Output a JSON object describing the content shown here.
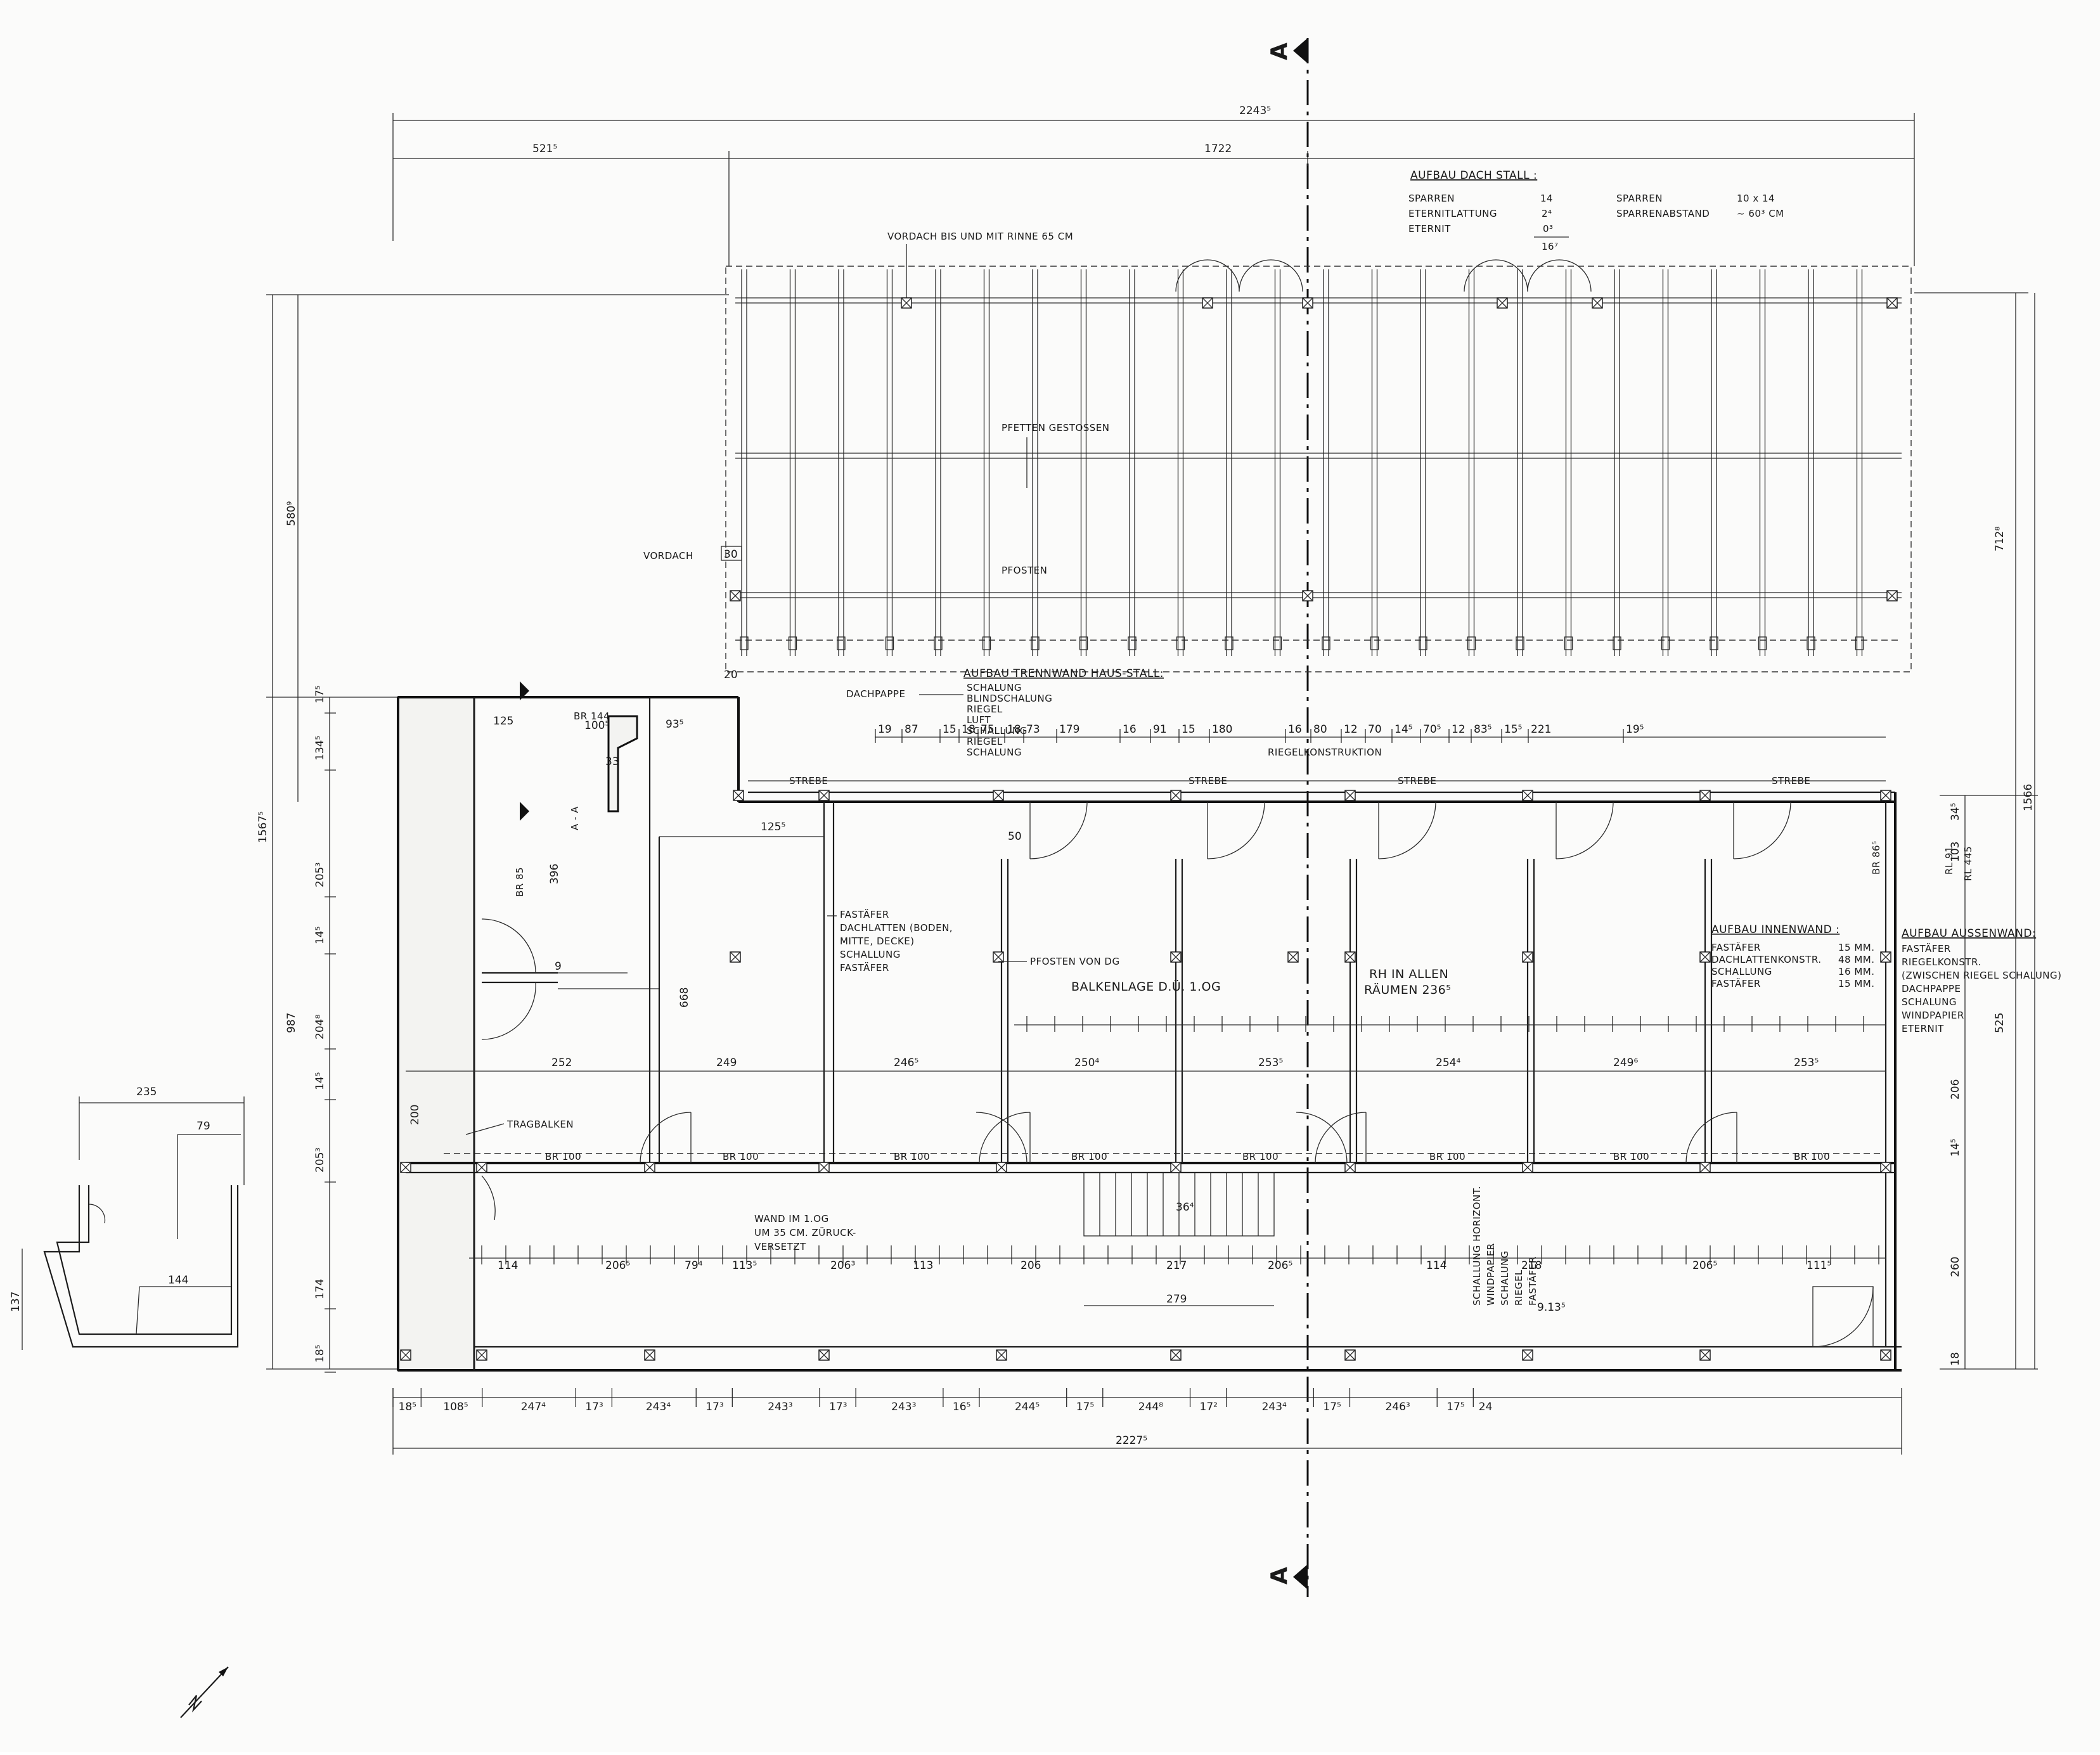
{
  "section_marker": {
    "letter": "A"
  },
  "overall_top": {
    "total": "2243⁵",
    "left": "521⁵",
    "right": "1722"
  },
  "overall_bottom": {
    "total": "2227⁵",
    "segments": [
      "18⁵",
      "108⁵",
      "247⁴",
      "17³",
      "243⁴",
      "17³",
      "243³",
      "17³",
      "243³",
      "16⁵",
      "244⁵",
      "17⁵",
      "244⁸",
      "17²",
      "243⁴",
      "17⁵",
      "246³",
      "17⁵",
      "24"
    ]
  },
  "roof_notes": {
    "title": "AUFBAU DACH STALL :",
    "rows": [
      {
        "a": "SPARREN",
        "b": "14",
        "c": "SPARREN",
        "d": "10 x 14"
      },
      {
        "a": "ETERNITLATTUNG",
        "b": "2⁴",
        "c": "SPARRENABSTAND",
        "d": "~ 60³ CM"
      },
      {
        "a": "ETERNIT",
        "b": "0³",
        "c": "",
        "d": ""
      }
    ],
    "sum": "16⁷"
  },
  "labels": {
    "vordach_rinne": "VORDACH BIS UND MIT RINNE 65 CM",
    "pfetten": "PFETTEN GESTOSSEN",
    "vordach": "VORDACH",
    "vordach_dim": "30",
    "pfosten": "PFOSTEN",
    "corner_dim": "20",
    "trennwand_title": "AUFBAU TRENNWAND HAUS-STALL:",
    "trennwand_items": [
      "SCHALUNG",
      "BLINDSCHALUNG",
      "RIEGEL",
      "LUFT",
      "SCHALLUNG",
      "RIEGEL",
      "SCHALUNG"
    ],
    "dachpappe": "DACHPAPPE",
    "riegelkonstruktion": "RIEGELKONSTRUKTION",
    "strebe": "STREBE",
    "fasttafer_block": [
      "FASTÄFER",
      "DACHLATTEN (BODEN,",
      "MITTE, DECKE)",
      "SCHALLUNG",
      "FASTÄFER"
    ],
    "pfosten_dg": "PFOSTEN VON DG",
    "balkenlage": "BALKENLAGE D.Ü. 1.OG",
    "rh": "RH IN ALLEN",
    "rh2": "RÄUMEN 236⁵",
    "innenwand_title": "AUFBAU INNENWAND :",
    "innenwand_items": [
      {
        "n": "FASTÄFER",
        "v": "15 MM."
      },
      {
        "n": "DACHLATTENKONSTR.",
        "v": "48 MM."
      },
      {
        "n": "SCHALLUNG",
        "v": "16 MM."
      },
      {
        "n": "FASTÄFER",
        "v": "15 MM."
      }
    ],
    "aussenwand_title": "AUFBAU AUSSENWAND:",
    "aussenwand_items": [
      "FASTÄFER",
      "RIEGELKONSTR.",
      "(ZWISCHEN RIEGEL SCHALUNG)",
      "DACHPAPPE",
      "SCHALUNG",
      "WINDPAPIER",
      "ETERNIT"
    ],
    "tragbalken": "TRAGBALKEN",
    "wand_og": [
      "WAND IM 1.OG",
      "UM 35 CM. ZÜRUCK-",
      "VERSETZT"
    ],
    "schalung_vert": [
      "SCHALLUNG HORIZONT.",
      "WINDPAPIER",
      "SCHALUNG",
      "RIEGEL",
      "FASTÄFER"
    ],
    "schalung_dim": "9.13⁵",
    "br100": "BR 100",
    "br85": "BR 85",
    "br144": "BR 144",
    "br86": "BR 86⁵",
    "sec_aa": "A - A",
    "rl91": "RL 91",
    "rl445": "RL 445",
    "stair": "36⁴",
    "stair_width": "279"
  },
  "room_widths": [
    "252",
    "249",
    "246⁵",
    "250⁴",
    "253⁵",
    "254⁴",
    "249⁶",
    "253⁵"
  ],
  "door_dims": [
    "114",
    "206⁵",
    "79⁴",
    "113⁵",
    "206³",
    "113",
    "206",
    "217",
    "206⁵",
    "114",
    "218",
    "206⁵",
    "111⁵"
  ],
  "top_band_dims": [
    "19",
    "87",
    "15",
    "18",
    "75",
    "18",
    "73",
    "179",
    "16",
    "91",
    "15",
    "180",
    "16",
    "80",
    "12",
    "70",
    "14⁵",
    "70⁵",
    "12",
    "83⁵",
    "15⁵",
    "221",
    "19⁵"
  ],
  "left_dims": [
    "17⁵",
    "134⁵",
    "205³",
    "14⁵",
    "204⁸",
    "14⁵",
    "205³",
    "174",
    "18⁵"
  ],
  "left_overall": [
    "1567⁵",
    "987",
    "580⁹"
  ],
  "right_dims": [
    "34⁵",
    "103",
    "206",
    "14⁵",
    "260",
    "18"
  ],
  "right_overall": [
    "712⁸",
    "1566",
    "525"
  ],
  "inner_dims": [
    "125",
    "100⁵",
    "93⁵",
    "125⁵",
    "50",
    "396",
    "668",
    "200",
    "9",
    "33"
  ],
  "detail": {
    "top": "235",
    "inner": "79",
    "bottom": "144",
    "height": "137"
  }
}
